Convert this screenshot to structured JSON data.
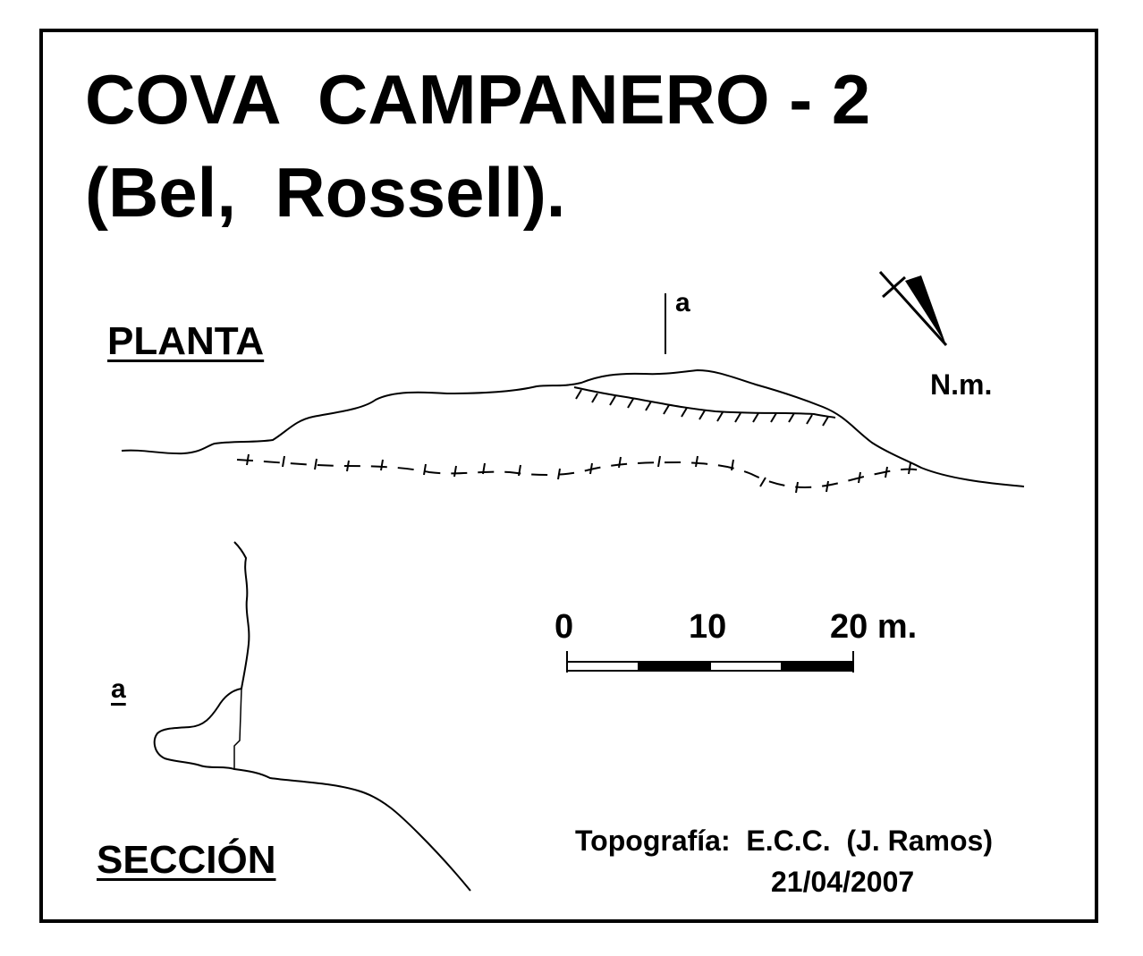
{
  "title": {
    "line1": "COVA  CAMPANERO - 2",
    "line2": "(Bel,  Rossell)."
  },
  "plan": {
    "label": "PLANTA",
    "section_mark": "a"
  },
  "section": {
    "label": "SECCIÓN",
    "section_mark": "a"
  },
  "north": {
    "label": "N.m."
  },
  "scale": {
    "ticks": [
      "0",
      "10",
      "20 m."
    ]
  },
  "credits": {
    "survey": "Topografía:  E.C.C.  (J. Ramos)",
    "date": "21/04/2007"
  },
  "colors": {
    "ink": "#000000",
    "paper": "#ffffff"
  }
}
